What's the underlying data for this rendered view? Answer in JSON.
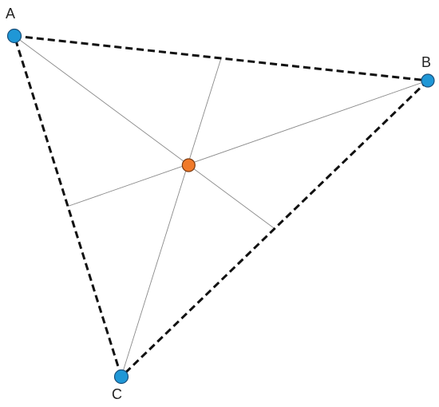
{
  "diagram": {
    "colors": {
      "background": "#ffffff",
      "edge": "#111111",
      "median": "#8a8a8a",
      "vertex_fill": "#1f97d6",
      "vertex_stroke": "#1a4f7a",
      "centroid_fill": "#f07a2a",
      "centroid_stroke": "#7a3a10",
      "label": "#222222"
    },
    "vertices": {
      "A": {
        "label": "A"
      },
      "B": {
        "label": "B"
      },
      "C": {
        "label": "C"
      }
    },
    "edges": [
      "AB",
      "BC",
      "CA"
    ],
    "edge_style": "dashed",
    "medians": [
      "A",
      "B",
      "C"
    ],
    "median_style": "thin",
    "centroid_marker": "filled-circle"
  }
}
